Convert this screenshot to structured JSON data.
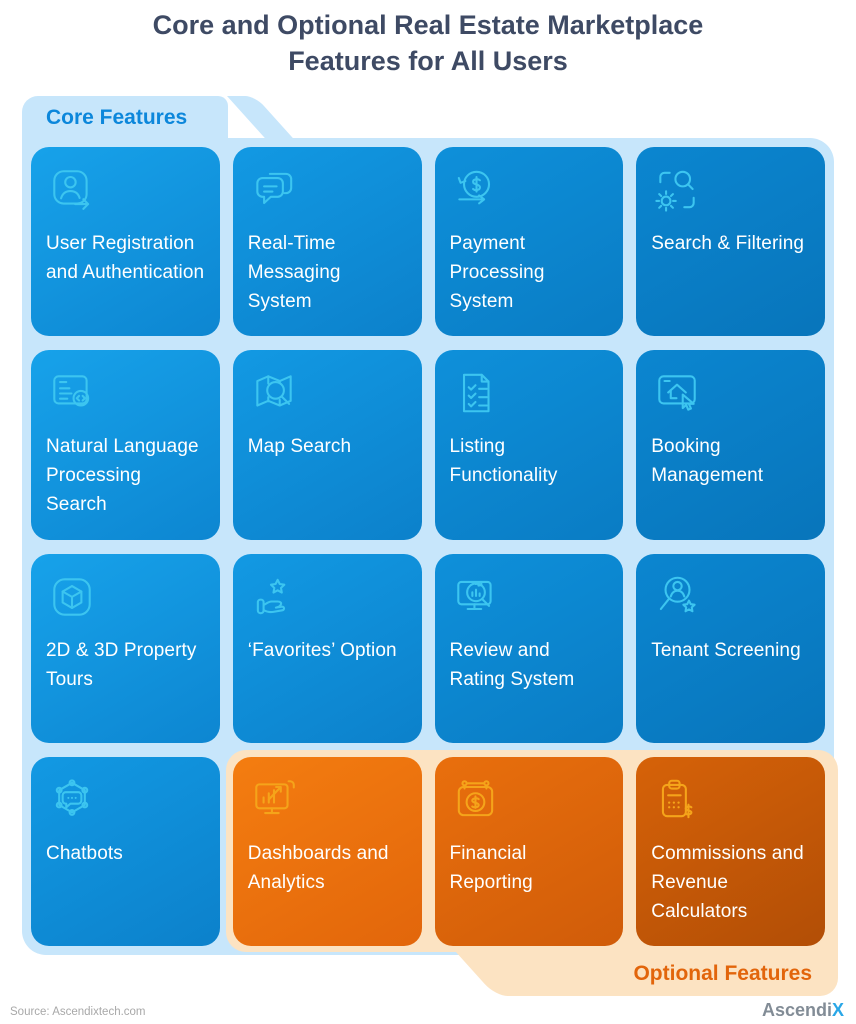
{
  "title": "Core and Optional Real Estate Marketplace\nFeatures for All Users",
  "sections": {
    "core": {
      "label": "Core Features",
      "label_color": "#0c87db",
      "panel_color": "#c7e6fb"
    },
    "optional": {
      "label": "Optional Features",
      "label_color": "#e2650b",
      "panel_color": "#fce3c2"
    }
  },
  "colors": {
    "title_text": "#3e4a64",
    "core_card_blue": "#0e90da",
    "optional_card_orange": "#e96f0d",
    "card_text": "#ffffff",
    "icon_on_blue": "#3cc5f0",
    "icon_on_orange": "#f5a41a"
  },
  "cards": [
    {
      "label": "User Registration and Authentication",
      "icon": "user-registration-icon",
      "group": "core"
    },
    {
      "label": "Real-Time Messaging System",
      "icon": "messaging-icon",
      "group": "core"
    },
    {
      "label": "Payment Processing System",
      "icon": "payment-processing-icon",
      "group": "core"
    },
    {
      "label": "Search & Filtering",
      "icon": "search-filter-icon",
      "group": "core"
    },
    {
      "label": "Natural Language Processing Search",
      "icon": "nlp-search-icon",
      "group": "core"
    },
    {
      "label": "Map Search",
      "icon": "map-search-icon",
      "group": "core"
    },
    {
      "label": "Listing Functionality",
      "icon": "listing-checklist-icon",
      "group": "core"
    },
    {
      "label": "Booking Management",
      "icon": "booking-icon",
      "group": "core"
    },
    {
      "label": "2D & 3D Property Tours",
      "icon": "cube-3d-icon",
      "group": "core"
    },
    {
      "label": "‘Favorites’ Option",
      "icon": "hand-star-icon",
      "group": "core"
    },
    {
      "label": "Review and Rating System",
      "icon": "review-rating-icon",
      "group": "core"
    },
    {
      "label": "Tenant Screening",
      "icon": "tenant-screening-icon",
      "group": "core"
    },
    {
      "label": "Chatbots",
      "icon": "chatbot-icon",
      "group": "core"
    },
    {
      "label": "Dashboards and Analytics",
      "icon": "dashboard-icon",
      "group": "optional"
    },
    {
      "label": "Financial Reporting",
      "icon": "financial-calendar-icon",
      "group": "optional"
    },
    {
      "label": "Commissions and Revenue Calculators",
      "icon": "calculator-icon",
      "group": "optional"
    }
  ],
  "footer": {
    "source": "Source: Ascendixtech.com",
    "brand_gray": "Ascendi",
    "brand_blue": "X"
  }
}
